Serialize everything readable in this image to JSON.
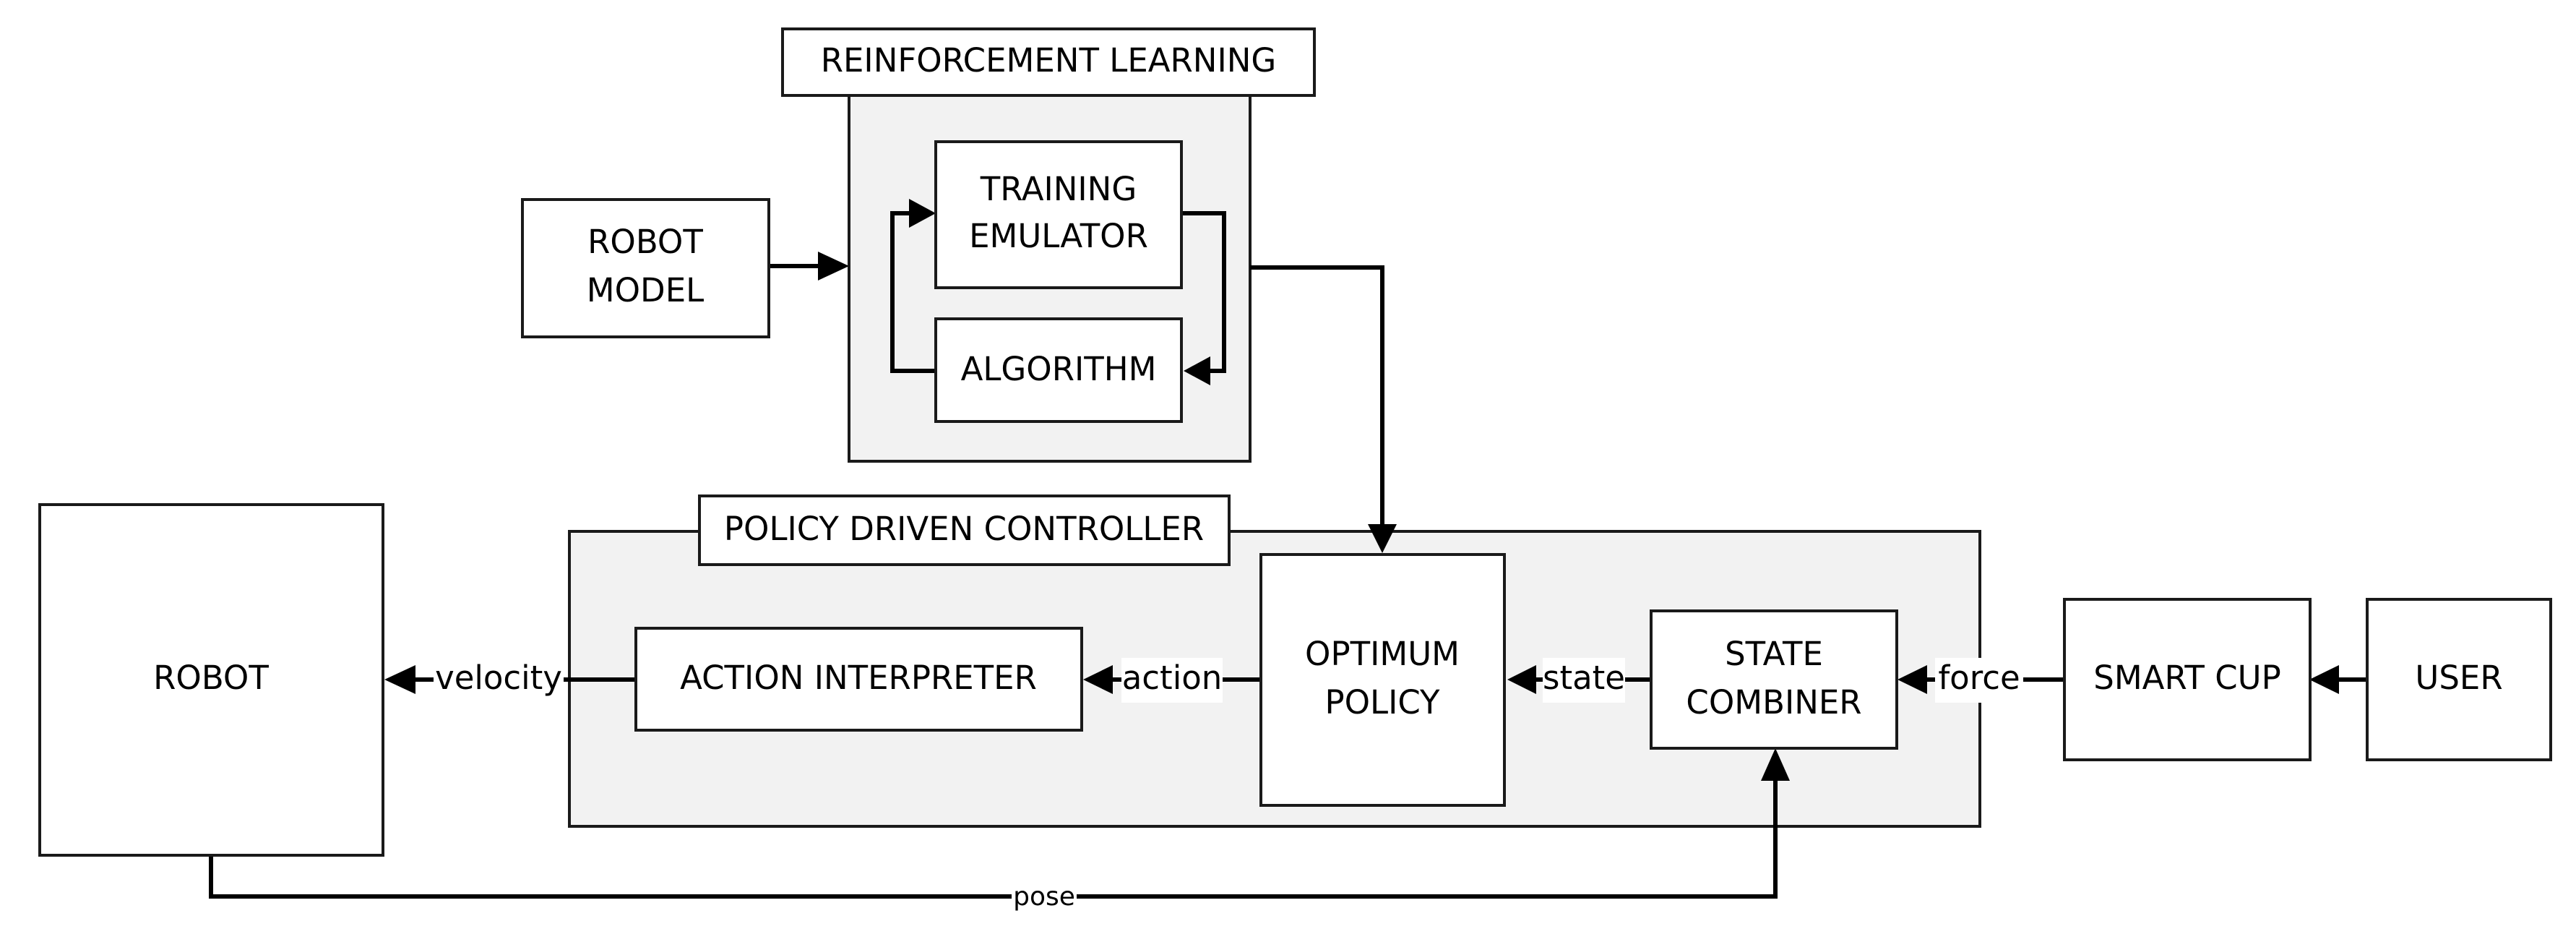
{
  "groups": {
    "reinforcement_learning": "REINFORCEMENT LEARNING",
    "policy_driven_controller": "POLICY DRIVEN CONTROLLER"
  },
  "blocks": {
    "robot_model": [
      "ROBOT",
      "MODEL"
    ],
    "training_emulator": [
      "TRAINING",
      "EMULATOR"
    ],
    "algorithm": "ALGORITHM",
    "robot": "ROBOT",
    "action_interpreter": "ACTION INTERPRETER",
    "optimum_policy": [
      "OPTIMUM",
      "POLICY"
    ],
    "state_combiner": [
      "STATE",
      "COMBINER"
    ],
    "smart_cup": "SMART CUP",
    "user": "USER"
  },
  "signals": {
    "velocity": "velocity",
    "action": "action",
    "state": "state",
    "force": "force",
    "pose": "pose"
  }
}
